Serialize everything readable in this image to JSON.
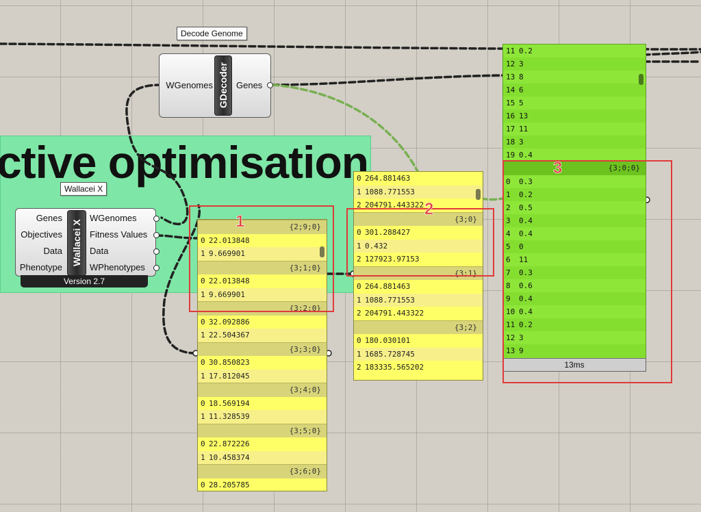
{
  "group": {
    "title": "ctive optimisation"
  },
  "decoder": {
    "tag": "Decode Genome",
    "input": "WGenomes",
    "badge": "GDecoder",
    "output": "Genes"
  },
  "wallacei": {
    "tag": "Wallacei X",
    "badge": "Wallacei X",
    "inputs": [
      "Genes",
      "Objectives",
      "Data",
      "Phenotype"
    ],
    "outputs": [
      "WGenomes",
      "Fitness Values",
      "Data",
      "WPhenotypes"
    ],
    "version": "Version 2.7"
  },
  "panel1": {
    "sections": [
      {
        "path": "{2;9;0}",
        "values": [
          "22.013848",
          "9.669901"
        ]
      },
      {
        "path": "{3;1;0}",
        "values": [
          "22.013848",
          "9.669901"
        ]
      },
      {
        "path": "{3;2;0}",
        "values": [
          "32.092886",
          "22.504367"
        ]
      },
      {
        "path": "{3;3;0}",
        "values": [
          "30.850823",
          "17.812045"
        ]
      },
      {
        "path": "{3;4;0}",
        "values": [
          "18.569194",
          "11.328539"
        ]
      },
      {
        "path": "{3;5;0}",
        "values": [
          "22.872226",
          "10.458374"
        ]
      },
      {
        "path": "{3;6;0}",
        "values": [
          "28.205785"
        ]
      }
    ]
  },
  "panel2": {
    "top_rows": [
      "264.881463",
      "1088.771553",
      "204791.443322"
    ],
    "sections": [
      {
        "path": "{3;0}",
        "values": [
          "301.288427",
          "0.432",
          "127923.97153"
        ]
      },
      {
        "path": "{3;1}",
        "values": [
          "264.881463",
          "1088.771553",
          "204791.443322"
        ]
      },
      {
        "path": "{3;2}",
        "values": [
          "180.030101",
          "1685.728745",
          "183335.565202"
        ]
      }
    ]
  },
  "panel3": {
    "top_rows": [
      [
        "11",
        "0.2"
      ],
      [
        "12",
        "3"
      ],
      [
        "13",
        "8"
      ],
      [
        "14",
        "6"
      ],
      [
        "15",
        "5"
      ],
      [
        "16",
        "13"
      ],
      [
        "17",
        "11"
      ],
      [
        "18",
        "3"
      ],
      [
        "19",
        "0.4"
      ]
    ],
    "path": "{3;0;0}",
    "rows": [
      [
        "0",
        "0.3"
      ],
      [
        "1",
        "0.2"
      ],
      [
        "2",
        "0.5"
      ],
      [
        "3",
        "0.4"
      ],
      [
        "4",
        "0.4"
      ],
      [
        "5",
        "0"
      ],
      [
        "6",
        "11"
      ],
      [
        "7",
        "0.3"
      ],
      [
        "8",
        "0.6"
      ],
      [
        "9",
        "0.4"
      ],
      [
        "10",
        "0.4"
      ],
      [
        "11",
        "0.2"
      ],
      [
        "12",
        "3"
      ],
      [
        "13",
        "9"
      ]
    ],
    "footer": "13ms"
  },
  "annotations": [
    "1",
    "2",
    "3"
  ],
  "colors": {
    "annotation": "#e03a3a",
    "yellow_panel": "#fefe66",
    "green_panel": "#8ee639",
    "group": "#7ee6a6"
  }
}
